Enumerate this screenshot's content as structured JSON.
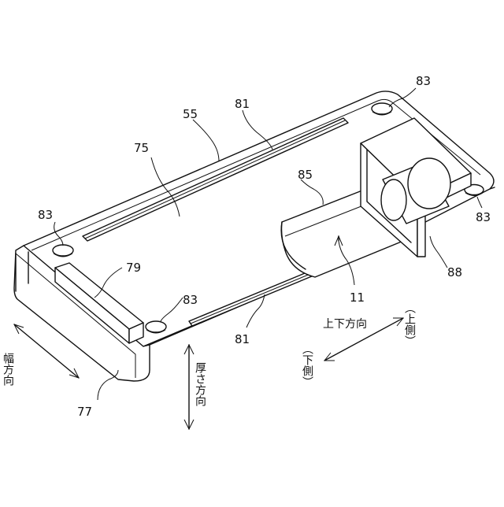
{
  "labels": {
    "plate": "55",
    "slot": "81",
    "plate_surface": "75",
    "hole": "83",
    "block": "79",
    "grip": "77",
    "cylinder": "85",
    "holder": "88",
    "body_ref": "11"
  },
  "directions": {
    "width": "幅方向",
    "thickness": "厚さ方向",
    "updown": "上下方向",
    "upper_side": "（上側）",
    "lower_side": "（下側）"
  }
}
